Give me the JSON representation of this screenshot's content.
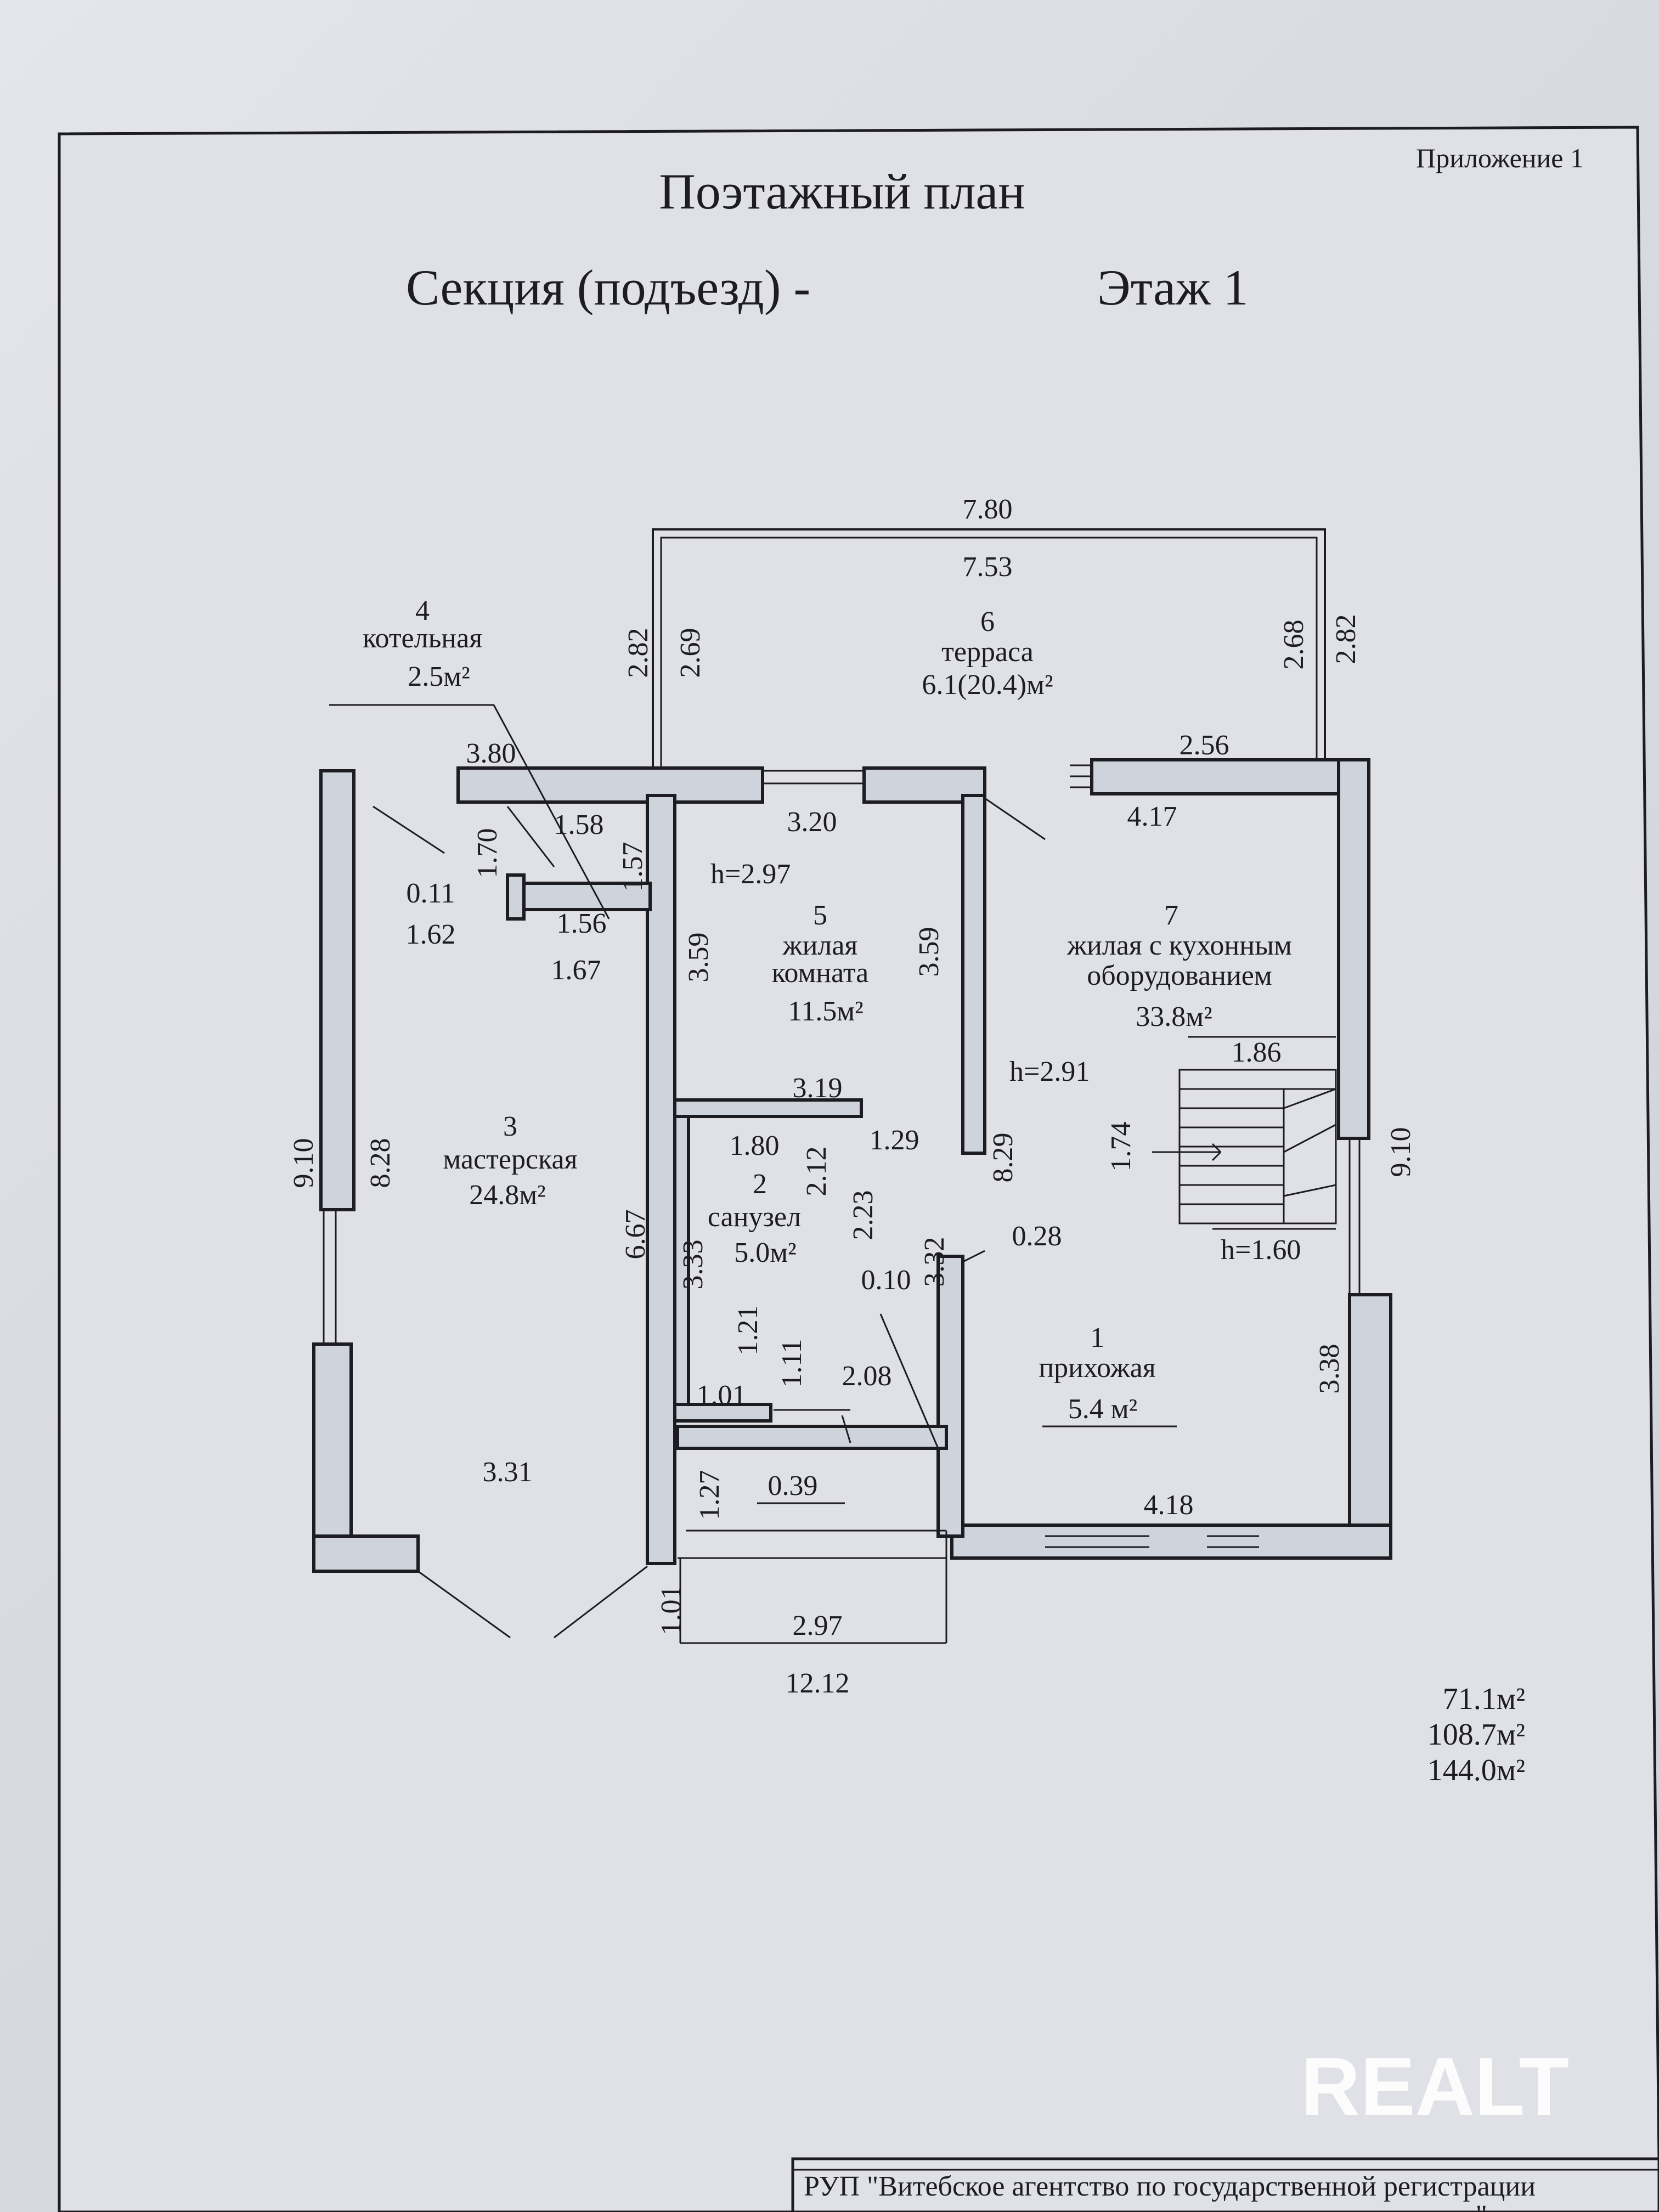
{
  "header": {
    "appendix": "Приложение 1",
    "title": "Поэтажный план",
    "section_label": "Секция (подъезд) -",
    "floor_label": "Этаж 1"
  },
  "rooms": [
    {
      "num": "1",
      "name": "прихожая",
      "area": "5.4 м²"
    },
    {
      "num": "2",
      "name": "санузел",
      "area": "5.0м²"
    },
    {
      "num": "3",
      "name": "мастерская",
      "area": "24.8м²"
    },
    {
      "num": "4",
      "name": "котельная",
      "area": "2.5м²"
    },
    {
      "num": "5",
      "name_line1": "жилая",
      "name_line2": "комната",
      "area": "11.5м²"
    },
    {
      "num": "6",
      "name": "терраса",
      "area": "6.1(20.4)м²"
    },
    {
      "num": "7",
      "name_line1": "жилая с кухонным",
      "name_line2": "оборудованием",
      "area": "33.8м²"
    }
  ],
  "heights": {
    "room5": "h=2.97",
    "room7": "h=2.91",
    "stair": "h=1.60"
  },
  "dimensions": {
    "d780": "7.80",
    "d753": "7.53",
    "d282a": "2.82",
    "d269": "2.69",
    "d268": "2.68",
    "d282b": "2.82",
    "d256": "2.56",
    "d417": "4.17",
    "d380": "3.80",
    "d158": "1.58",
    "d170": "1.70",
    "d157": "1.57",
    "d011": "0.11",
    "d156": "1.56",
    "d162": "1.62",
    "d167": "1.67",
    "d320": "3.20",
    "d359a": "3.59",
    "d359b": "3.59",
    "d319": "3.19",
    "d180": "1.80",
    "d212": "2.12",
    "d129": "1.29",
    "d223": "2.23",
    "d333": "3.33",
    "d332": "3.32",
    "d010": "0.10",
    "d028": "0.28",
    "d186": "1.86",
    "d174": "1.74",
    "d829": "8.29",
    "d910a": "9.10",
    "d828": "8.28",
    "d667": "6.67",
    "d910b": "9.10",
    "d338": "3.38",
    "d121": "1.21",
    "d111": "1.11",
    "d101a": "1.01",
    "d208": "2.08",
    "d127": "1.27",
    "d039": "0.39",
    "d331": "3.31",
    "d418": "4.18",
    "d101b": "1.01",
    "d297": "2.97",
    "d1212": "12.12"
  },
  "totals": [
    "71.1м²",
    "108.7м²",
    "144.0м²"
  ],
  "footer": {
    "stamp_line1": "РУП \"Витебское агентство по государственной регистрации",
    "stamp_line2": "и земельному кадастру\""
  },
  "watermark": "REALT",
  "colors": {
    "ink": "#1c1c22",
    "paper": "#dfe1e7",
    "wall_fill": "#cfd3dc",
    "watermark": "#ffffff"
  }
}
